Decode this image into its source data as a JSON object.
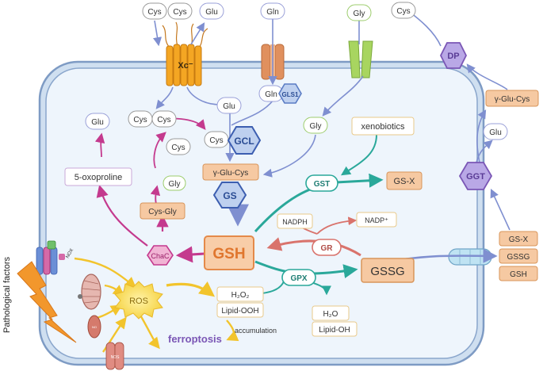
{
  "labels": {
    "cys_out_1": "Cys",
    "cys_out_2": "Cys",
    "glu_out": "Glu",
    "gln_out": "Gln",
    "gly_out": "Gly",
    "cys_far": "Cys",
    "xc": "Xc⁻",
    "dp": "DP",
    "ggt": "GGT",
    "ggc_right": "γ-Glu-Cys",
    "glu_right": "Glu",
    "cys_in_1": "Cys",
    "cys_in_2": "Cys",
    "glu_in": "Glu",
    "gln_in": "Gln",
    "gls1": "GLS1",
    "glu_left": "Glu",
    "cys_mid": "Cys",
    "cys_reduced": "Cys",
    "gcl": "GCL",
    "gly_in": "Gly",
    "xenobiotics": "xenobiotics",
    "oxoproline": "5-oxoproline",
    "gly_small": "Gly",
    "ggc": "γ-Glu-Cys",
    "gs": "GS",
    "gst": "GST",
    "gsx": "GS-X",
    "cysgly": "Cys-Gly",
    "gsh": "GSH",
    "chac": "ChaC",
    "nadph": "NADPH",
    "nadp": "NADP⁺",
    "gr": "GR",
    "gssg": "GSSG",
    "gpx": "GPX",
    "ros": "ROS",
    "nox": "NOX",
    "no": "NO",
    "nos": "NOS",
    "h2o2": "H₂O₂",
    "lipid_ooh": "Lipid-OOH",
    "h2o": "H₂O",
    "lipid_oh": "Lipid-OH",
    "accumulation": "accumulation",
    "ferroptosis": "ferroptosis",
    "pathological": "Pathological factors",
    "export_gsx": "GS-X",
    "export_gssg": "GSSG",
    "export_gsh": "GSH"
  },
  "colors": {
    "blue_arrow": "#7f8fd0",
    "magenta_arrow": "#c43a8e",
    "teal_arrow": "#2aa89a",
    "salmon_arrow": "#d9736c",
    "yellow_arrow": "#f2c42c",
    "purple_text": "#7a56b5",
    "orange_box": "#f6c9a2",
    "cell_border": "#7e9bc4",
    "cell_fill": "#eef5fc"
  }
}
